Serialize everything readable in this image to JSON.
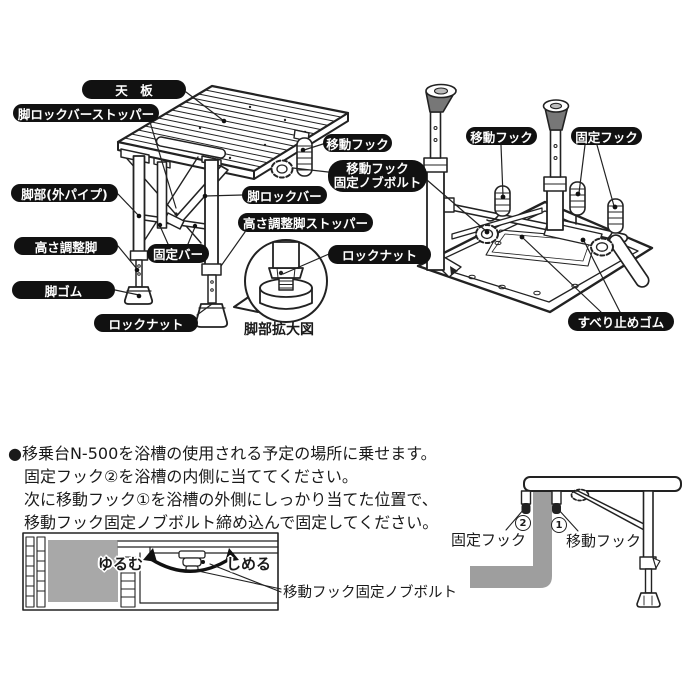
{
  "figure1": {
    "labels": {
      "top_board": "天　板",
      "leg_lock_bar_stopper": "脚ロックバーストッパー",
      "leg_outer_pipe": "脚部(外パイプ)",
      "height_adjust_leg": "高さ調整脚",
      "leg_rubber": "脚ゴム",
      "lock_nut_left": "ロックナット",
      "fixed_bar": "固定バー",
      "leg_lock_bar": "脚ロックバー",
      "height_adjust_leg_stopper": "高さ調整脚ストッパー",
      "lock_nut_right": "ロックナット",
      "moving_hook": "移動フック",
      "moving_hook_knob_line1": "移動フック",
      "moving_hook_knob_line2": "固定ノブボルト",
      "leg_detail_caption": "脚部拡大図"
    }
  },
  "figure2": {
    "labels": {
      "moving_hook": "移動フック",
      "fixed_hook": "固定フック",
      "anti_slip_rubber": "すべり止めゴム"
    }
  },
  "instructions": {
    "line1": "●移乗台N-500を浴槽の使用される予定の場所に乗せます。",
    "line2": "固定フック②を浴槽の内側に当ててください。",
    "line3": "次に移動フック①を浴槽の外側にしっかり当てた位置で、",
    "line4": "移動フック固定ノブボルト締め込んで固定してください。"
  },
  "figure3": {
    "loosen_label": "ゆるむ",
    "tighten_label": "しめる",
    "caption": "移動フック固定ノブボルト"
  },
  "figure4": {
    "fixed_hook": "固定フック",
    "moving_hook": "移動フック",
    "fixed_hook_number": "2",
    "moving_hook_number": "1"
  },
  "colors": {
    "label_pill_bg": "#111111",
    "label_pill_text": "#ffffff",
    "line_art": "#222222",
    "tub_wall_gray": "#9e9e9e",
    "inset_gray": "#a8a8a8",
    "text": "#1a1a1a"
  }
}
